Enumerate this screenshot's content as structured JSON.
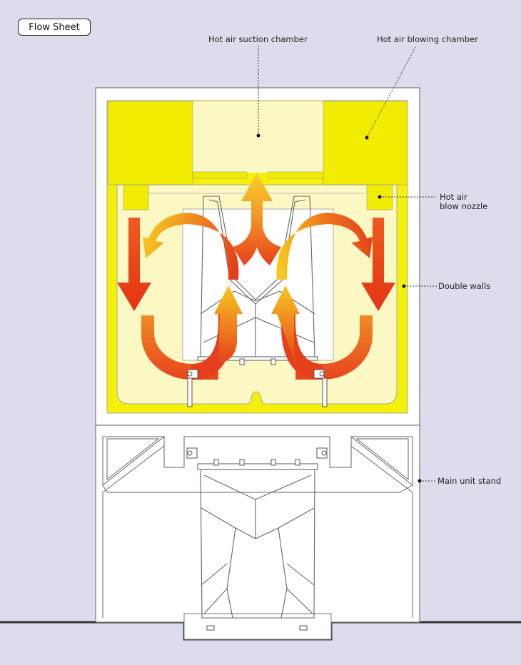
{
  "badge": {
    "title": "Flow Sheet"
  },
  "labels": {
    "suction_chamber": "Hot air suction chamber",
    "blowing_chamber": "Hot air blowing chamber",
    "nozzle_line1": "Hot air",
    "nozzle_line2": "blow nozzle",
    "double_walls": "Double walls",
    "main_stand": "Main unit stand"
  },
  "colors": {
    "background": "#dcdcec",
    "chamber_yellow": "#f4f00a",
    "inner_pale_yellow": "#fbf8c4",
    "arrow_red": "#e8441c",
    "arrow_yellow": "#f7c21e",
    "line": "#555555"
  }
}
